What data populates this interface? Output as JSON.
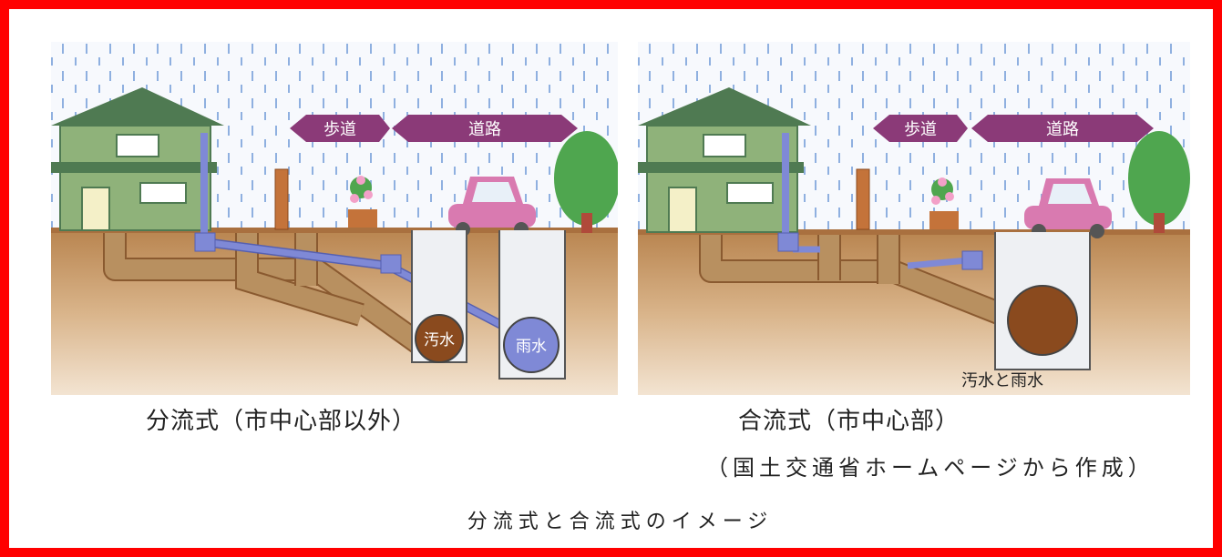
{
  "diagrams": [
    {
      "caption": "分流式（市中心部以外）",
      "sidewalk_label": "歩道",
      "road_label": "道路",
      "pipes": [
        {
          "label": "汚水",
          "color": "#8a4a1e"
        },
        {
          "label": "雨水",
          "color": "#7f89d6"
        }
      ]
    },
    {
      "caption": "合流式（市中心部）",
      "sidewalk_label": "歩道",
      "road_label": "道路",
      "pipes": [
        {
          "label": "汚水と雨水",
          "color": "#8a4a1e"
        }
      ]
    }
  ],
  "source_note": "（国土交通省ホームページから作成）",
  "figure_title": "分流式と合流式のイメージ",
  "colors": {
    "border": "#ff0000",
    "rain": "#8fb0e0",
    "soil": "#c79a63",
    "sign": "#8b3a78",
    "house": "#8fb27a",
    "roof": "#4f7a52",
    "sewage_pipe": "#b89060",
    "storm_pipe": "#7f89d6",
    "car": "#d97ab0",
    "tree": "#4fa64f"
  }
}
